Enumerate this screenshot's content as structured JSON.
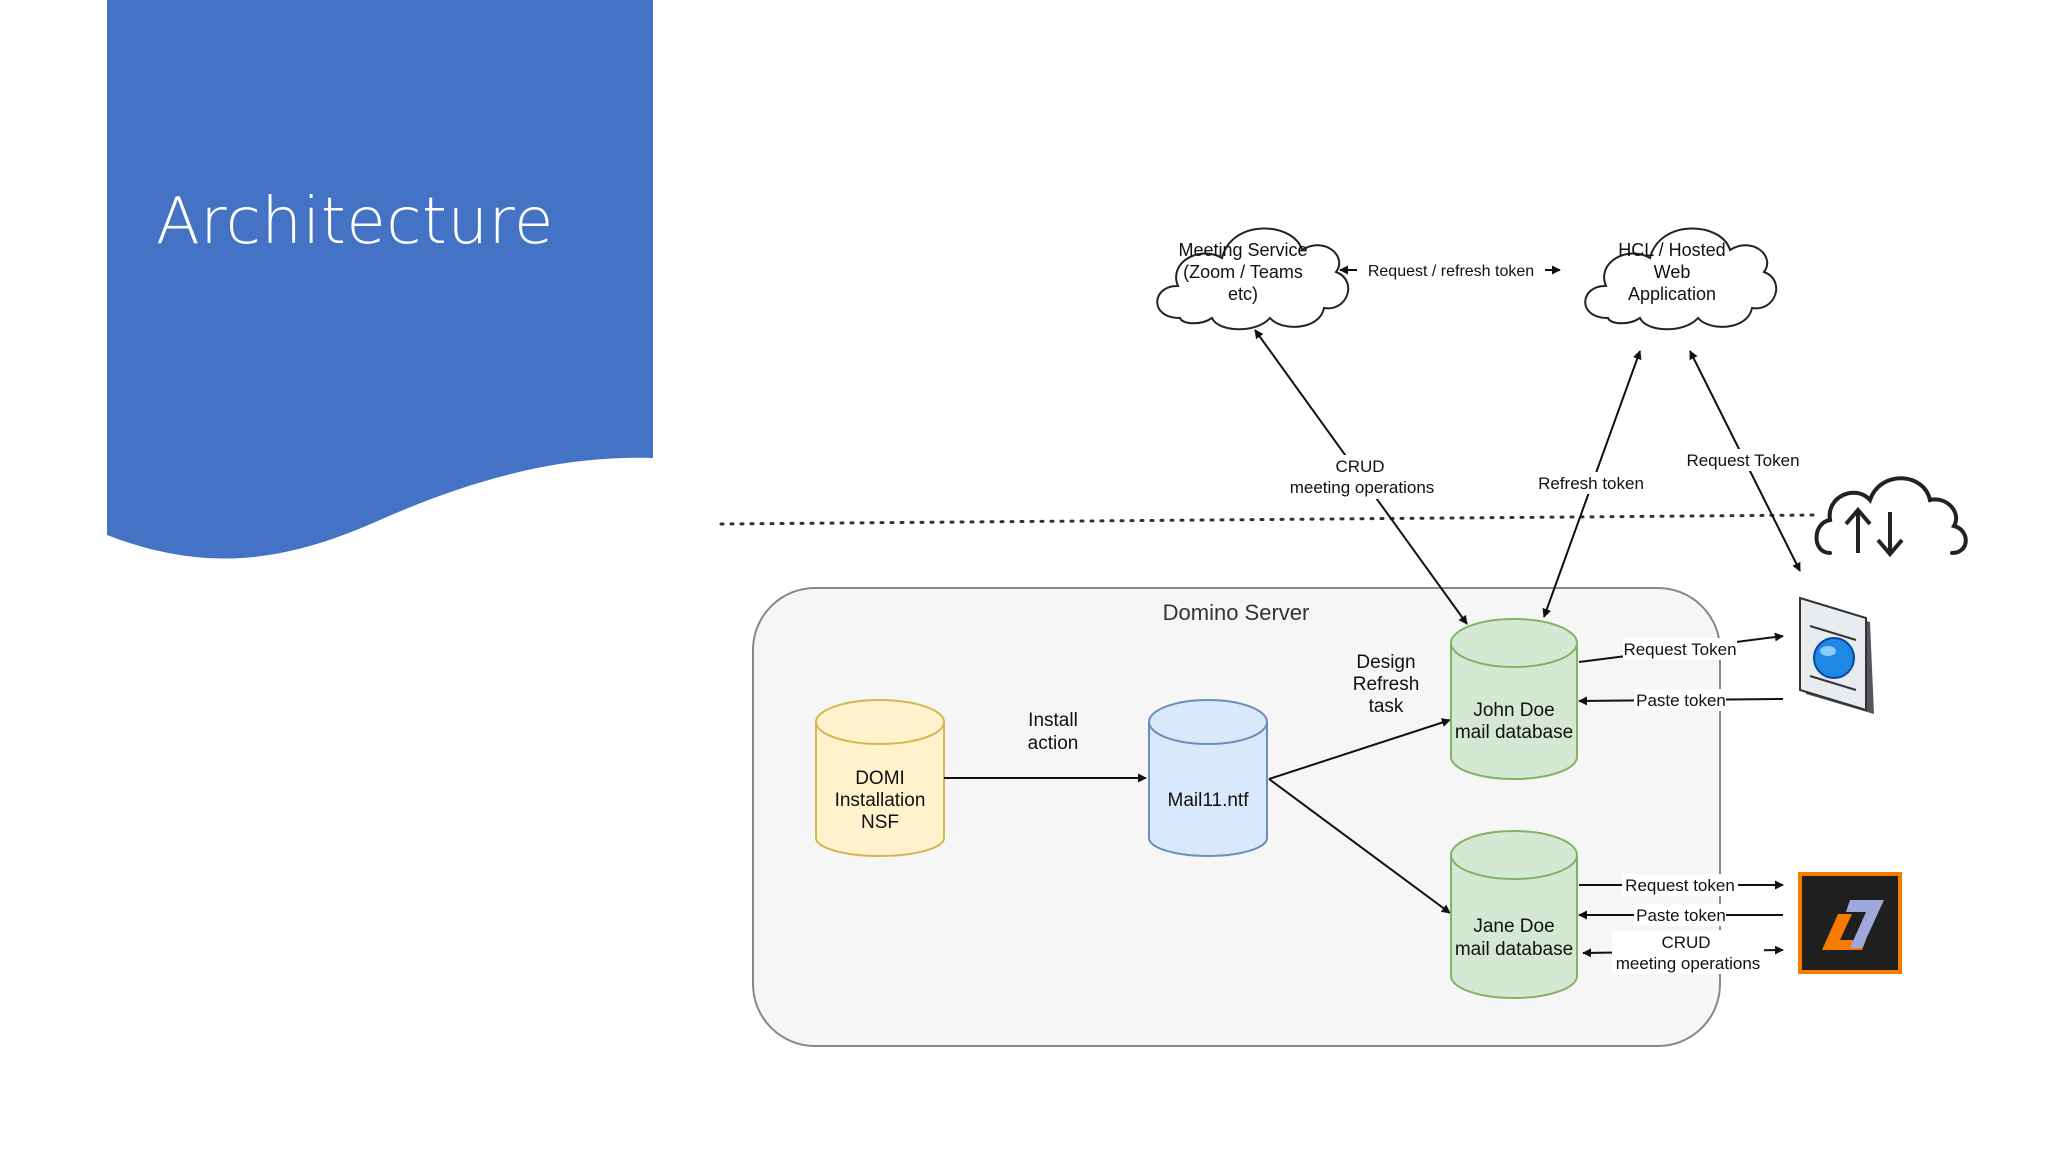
{
  "slide": {
    "title": "Architecture"
  },
  "colors": {
    "title_band": "#4472c4",
    "server_fill": "#f6f6f6",
    "server_stroke": "#888888",
    "yellow_db": "#fff2cc",
    "yellow_db_stroke": "#d6b656",
    "blue_db": "#dae8fc",
    "blue_db_stroke": "#6c8ebf",
    "green_db": "#d5e8d4",
    "green_db_stroke": "#82b366",
    "line": "#111111"
  },
  "diagram": {
    "server_label": "Domino Server",
    "clouds": {
      "meeting_service": [
        "Meeting Service",
        "(Zoom / Teams",
        "etc)"
      ],
      "hcl_web": [
        "HCL / Hosted",
        "Web",
        "Application"
      ]
    },
    "databases": {
      "domi": [
        "DOMI",
        "Installation",
        "NSF"
      ],
      "mail11": [
        "Mail11.ntf"
      ],
      "john": [
        "John Doe",
        "mail database"
      ],
      "jane": [
        "Jane Doe",
        "mail database"
      ]
    },
    "edges": {
      "request_refresh": "Request / refresh token",
      "crud_top": [
        "CRUD",
        "meeting operations"
      ],
      "refresh_token": "Refresh token",
      "request_token_top": "Request Token",
      "install_action": [
        "Install",
        "action"
      ],
      "design_refresh": [
        "Design",
        "Refresh",
        "task"
      ],
      "john_request": "Request Token",
      "john_paste": "Paste token",
      "jane_request": "Request token",
      "jane_paste": "Paste token",
      "jane_crud": [
        "CRUD",
        "meeting operations"
      ]
    },
    "icons": {
      "cloud_sync": "cloud-upload-download-icon",
      "browser": "browser-globe-icon",
      "app": "app-logo-icon"
    }
  }
}
